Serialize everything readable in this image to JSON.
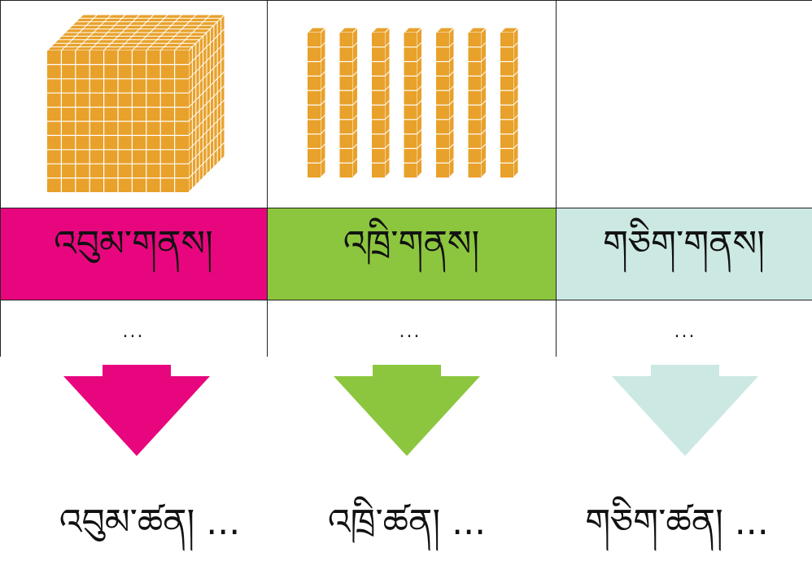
{
  "colors": {
    "col1": "#E8067E",
    "col2": "#8CC63F",
    "col3": "#CCE8E2",
    "block_fill": "#E8A12A",
    "block_line": "#ffffff"
  },
  "table": {
    "headers": [
      {
        "label": "འབུམ་གནས།",
        "color": "#E8067E"
      },
      {
        "label": "འཁྲི་གནས།",
        "color": "#8CC63F"
      },
      {
        "label": "གཅིག་གནས།",
        "color": "#CCE8E2"
      }
    ],
    "ellipsis": [
      "...",
      "...",
      "..."
    ]
  },
  "results": [
    "འབུམ་ཚན། ...",
    "འཁྲི་ཚན། ...",
    "གཅིག་ཚན། ..."
  ]
}
